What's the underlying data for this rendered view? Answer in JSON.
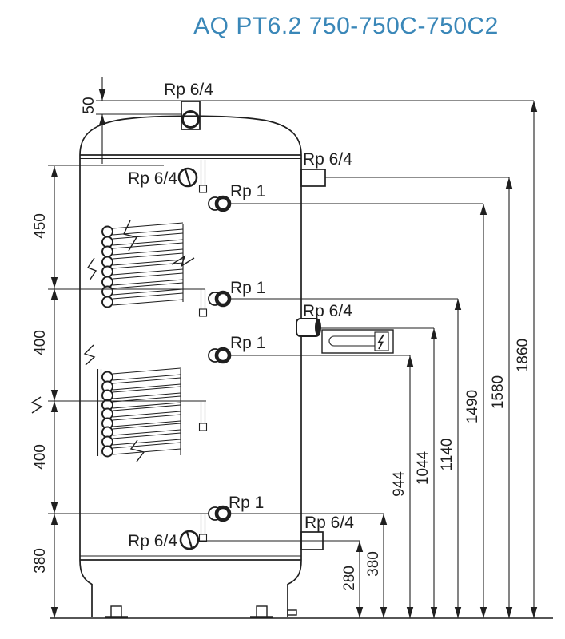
{
  "title": "AQ PT6.2 750-750C-750C2",
  "colors": {
    "title": "#3a87b8",
    "ink": "#1f1f1f"
  },
  "ports": {
    "top": "Rp 6/4",
    "upper_left": "Rp 6/4",
    "upper_sensor": "Rp 1",
    "upper_right": "Rp 6/4",
    "coil_upper": "Rp 1",
    "heater": "Rp 6/4",
    "coil_lower": "Rp 1",
    "bottom_sensor": "Rp 1",
    "bottom_left": "Rp 6/4",
    "bottom_right": "Rp 6/4"
  },
  "dimensions": {
    "top_offset": "50",
    "left_chain": [
      "450",
      "400",
      "400",
      "380"
    ],
    "right_heights": [
      "280",
      "380",
      "944",
      "1044",
      "1140",
      "1490",
      "1580",
      "1860"
    ]
  }
}
